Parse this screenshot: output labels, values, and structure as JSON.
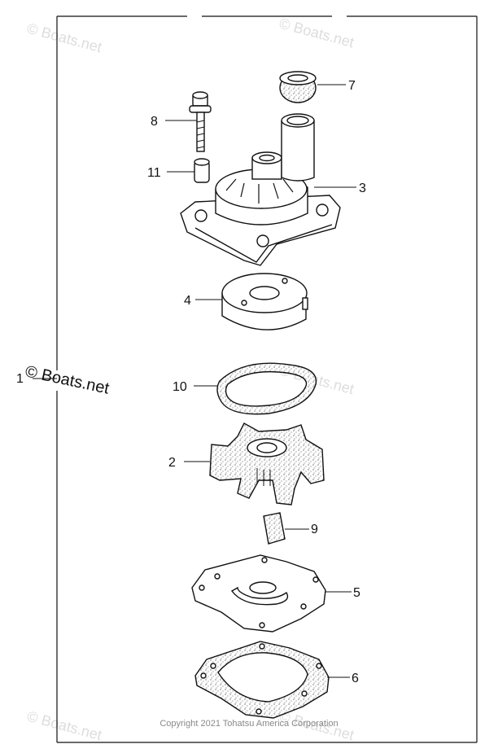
{
  "callouts": {
    "c1": "1",
    "c2": "2",
    "c3": "3",
    "c4": "4",
    "c5": "5",
    "c6": "6",
    "c7": "7",
    "c8": "8",
    "c9": "9",
    "c10": "10",
    "c11": "11"
  },
  "watermark": {
    "text": "© Boats.net",
    "center_text": "© Boats.net"
  },
  "copyright": "Copyright 2021 Tohatsu America Corporation"
}
